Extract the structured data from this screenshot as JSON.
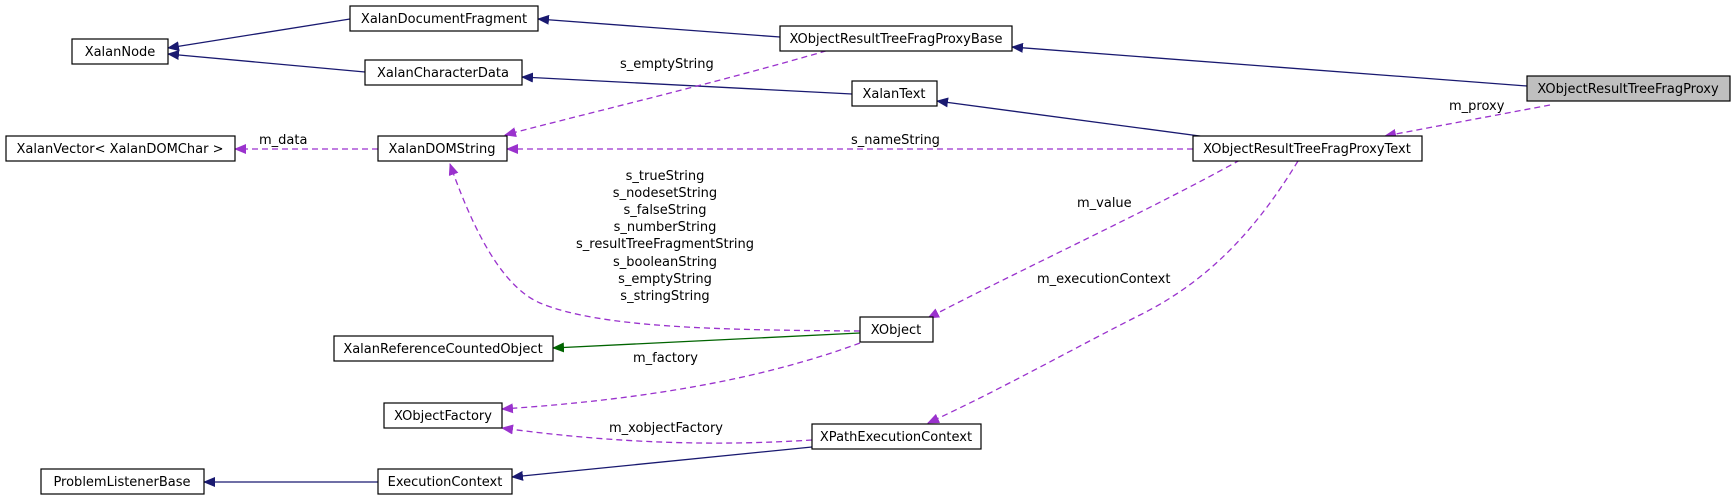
{
  "nodes": {
    "xobject_result_tree_frag_proxy": "XObjectResultTreeFragProxy",
    "xalan_node": "XalanNode",
    "xalan_document_fragment": "XalanDocumentFragment",
    "xobject_result_tree_frag_proxy_base": "XObjectResultTreeFragProxyBase",
    "xalan_character_data": "XalanCharacterData",
    "xalan_text": "XalanText",
    "xalan_vector": "XalanVector< XalanDOMChar >",
    "xalan_dom_string": "XalanDOMString",
    "xobject_result_tree_frag_proxy_text": "XObjectResultTreeFragProxyText",
    "xalan_reference_counted_object": "XalanReferenceCountedObject",
    "xobject": "XObject",
    "xobject_factory": "XObjectFactory",
    "xpath_execution_context": "XPathExecutionContext",
    "problem_listener_base": "ProblemListenerBase",
    "execution_context": "ExecutionContext"
  },
  "edge_labels": {
    "s_empty_string_top": "s_emptyString",
    "m_proxy": "m_proxy",
    "m_data": "m_data",
    "s_name_string": "s_nameString",
    "m_value": "m_value",
    "m_execution_context": "m_executionContext",
    "m_factory": "m_factory",
    "m_xobject_factory": "m_xobjectFactory",
    "xobject_strings": [
      "s_trueString",
      "s_nodesetString",
      "s_falseString",
      "s_numberString",
      "s_resultTreeFragmentString",
      "s_booleanString",
      "s_emptyString",
      "s_stringString"
    ]
  },
  "colors": {
    "inheritance": "#191970",
    "inheritance_private": "#006400",
    "usage": "#9a32cd",
    "focus_fill": "#bfbfbf"
  }
}
